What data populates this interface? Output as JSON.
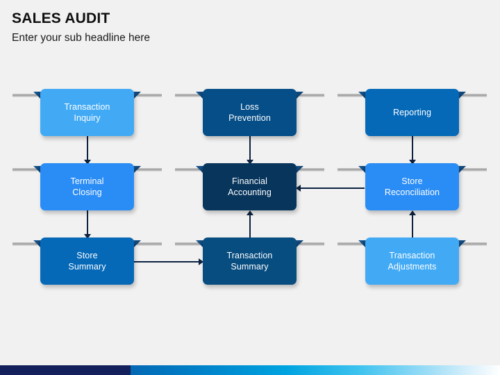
{
  "header": {
    "title": "SALES AUDIT",
    "subtitle": "Enter your sub headline here"
  },
  "diagram": {
    "nodes": [
      {
        "id": "transaction-inquiry",
        "label": "Transaction\nInquiry",
        "color": "#42aaf5",
        "row": 1,
        "col": 1
      },
      {
        "id": "loss-prevention",
        "label": "Loss\nPrevention",
        "color": "#064e88",
        "row": 1,
        "col": 2
      },
      {
        "id": "reporting",
        "label": "Reporting",
        "color": "#0569b8",
        "row": 1,
        "col": 3
      },
      {
        "id": "terminal-closing",
        "label": "Terminal\nClosing",
        "color": "#2a8cf5",
        "row": 2,
        "col": 1
      },
      {
        "id": "financial-accounting",
        "label": "Financial\nAccounting",
        "color": "#07355c",
        "row": 2,
        "col": 2
      },
      {
        "id": "store-reconciliation",
        "label": "Store\nReconciliation",
        "color": "#2a8cf5",
        "row": 2,
        "col": 3
      },
      {
        "id": "store-summary",
        "label": "Store\nSummary",
        "color": "#0569b8",
        "row": 3,
        "col": 1
      },
      {
        "id": "transaction-summary",
        "label": "Transaction\nSummary",
        "color": "#084d80",
        "row": 3,
        "col": 2
      },
      {
        "id": "transaction-adjustments",
        "label": "Transaction\nAdjustments",
        "color": "#42aaf5",
        "row": 3,
        "col": 3
      }
    ],
    "connectors": [
      {
        "id": "transaction-inquiry-to-terminal-closing",
        "direction": "down"
      },
      {
        "id": "terminal-closing-to-store-summary",
        "direction": "down"
      },
      {
        "id": "loss-prevention-to-financial-accounting",
        "direction": "down"
      },
      {
        "id": "transaction-summary-to-financial-accounting",
        "direction": "up"
      },
      {
        "id": "reporting-to-store-reconciliation",
        "direction": "down"
      },
      {
        "id": "transaction-adjustments-to-store-reconciliation",
        "direction": "up"
      },
      {
        "id": "store-summary-to-transaction-summary",
        "direction": "right"
      },
      {
        "id": "store-reconciliation-to-financial-accounting",
        "direction": "left"
      }
    ]
  },
  "footer": {
    "accent_navy": "#13205c",
    "accent_blue": "#00a3e0"
  }
}
